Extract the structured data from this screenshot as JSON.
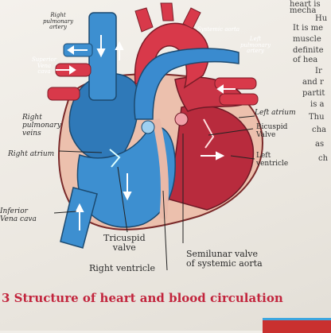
{
  "caption": "3 Structure of heart and blood circulation",
  "labels": {
    "right_pulmonary_artery": [
      "Right",
      "pulmonary",
      "artery"
    ],
    "superior_vena_cava": [
      "Superior",
      "Vena",
      "cava"
    ],
    "right_pulmonary_veins": [
      "Right",
      "pulmonary",
      "veins"
    ],
    "right_atrium": "Right atrium",
    "inferior_vena_cava": [
      "Inferior",
      "Vena cava"
    ],
    "tricuspid_valve": [
      "Tricuspid",
      "valve"
    ],
    "right_ventricle": "Right ventricle",
    "semilunar_valve": [
      "Semilunar valve",
      "of systemic aorta"
    ],
    "systemic_aorta": "Systemic aorta",
    "left_pulmonary_artery": [
      "Left",
      "pulmonary",
      "artery"
    ],
    "left_atrium": "Left atrium",
    "bicuspid_valve": [
      "Bicuspid",
      "Valve"
    ],
    "left_ventricle": [
      "Left",
      "ventricle"
    ]
  },
  "side_text": [
    "heart is",
    "mecha",
    "Hu",
    "It is me",
    "muscle",
    "definite",
    "of hea",
    "Ir",
    "and r",
    "partit",
    "is a",
    "Thu",
    "cha",
    "as",
    "ch"
  ],
  "colors": {
    "oxygenated": "#d8394a",
    "deoxygenated": "#3d8fd0",
    "pericardium": "#e9b9a8",
    "caption": "#c2253d"
  }
}
